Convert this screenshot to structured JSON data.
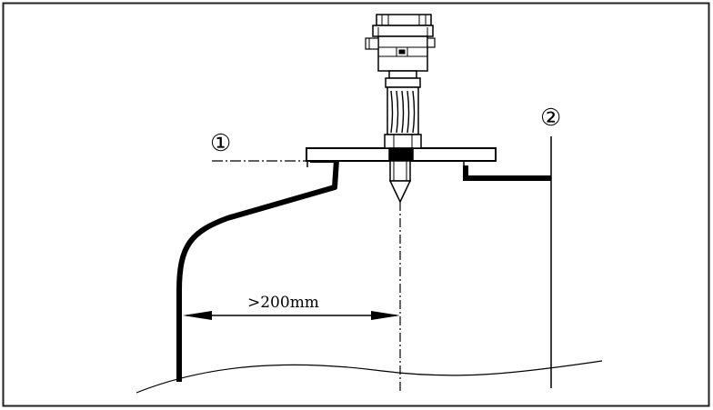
{
  "diagram": {
    "callouts": [
      {
        "id": "1",
        "symbol": "①"
      },
      {
        "id": "2",
        "symbol": "②"
      }
    ],
    "dimension": {
      "label": ">200mm"
    }
  },
  "colors": {
    "line": "#000000",
    "background": "#ffffff",
    "border": "#222222"
  }
}
